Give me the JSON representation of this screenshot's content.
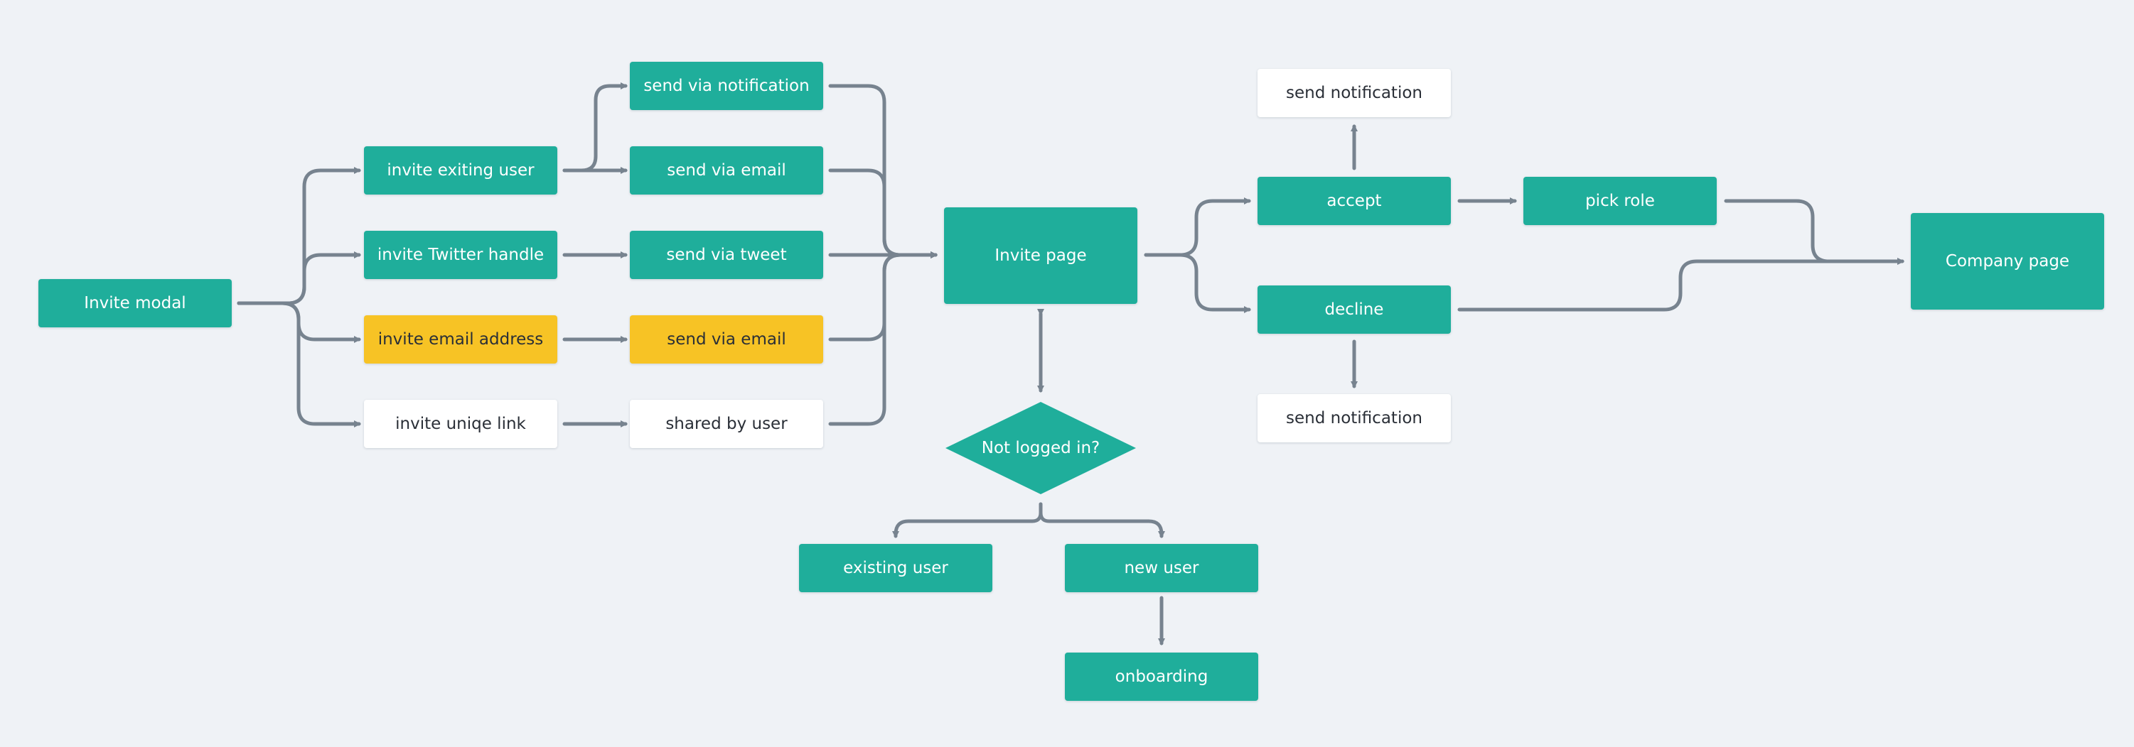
{
  "colors": {
    "background": "#eff2f6",
    "teal": "#1fae9b",
    "yellow": "#f7c325",
    "white": "#ffffff",
    "connector": "#77838f"
  },
  "nodes": {
    "invite_modal": "Invite modal",
    "invite_existing_user": "invite exiting user",
    "invite_twitter": "invite Twitter handle",
    "invite_email": "invite email address",
    "invite_link": "invite uniqe link",
    "send_notification_channel": "send via notification",
    "send_email_existing": "send via email",
    "send_tweet": "send via tweet",
    "send_email_address": "send via email",
    "shared_by_user": "shared by user",
    "invite_page": "Invite page",
    "not_logged_in": "Not logged in?",
    "existing_user": "existing user",
    "new_user": "new user",
    "onboarding": "onboarding",
    "send_notification_top": "send notification",
    "accept": "accept",
    "decline": "decline",
    "send_notification_bottom": "send notification",
    "pick_role": "pick role",
    "company_page": "Company page"
  }
}
